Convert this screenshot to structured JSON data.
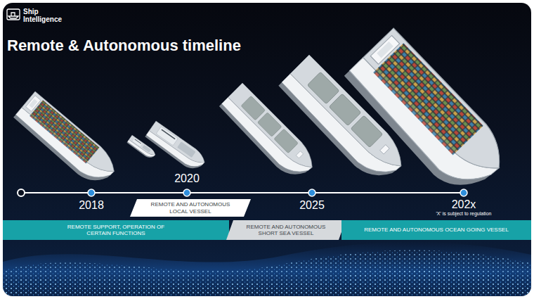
{
  "diagram": {
    "title": "Remote & Autonomous timeline",
    "nodes": [
      {
        "text": [
          "REMOTE SUPPORT, OPERATION OF CERTAIN FUNCTIONS"
        ]
      },
      {
        "text": [
          "REMOTE AND AUTONOMOUS LOCAL VESSEL"
        ]
      },
      {
        "text": [
          "REMOTE AND AUTONOMOUS SHORT SEA VESSEL"
        ]
      },
      {
        "text": [
          "REMOTE AND AUTONOMOUS OCEAN GOING VESSEL"
        ]
      }
    ],
    "labels": [
      "Ship Intelligence",
      "2018",
      "2020",
      "2025",
      "202x",
      "'X' is subject to regulation"
    ]
  }
}
